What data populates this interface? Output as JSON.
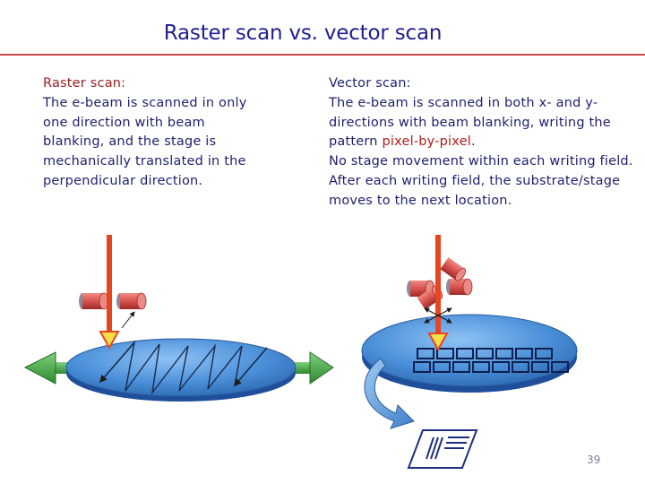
{
  "title": "Raster scan vs. vector scan",
  "raster": {
    "heading": "Raster scan:",
    "lines": [
      "The e-beam is scanned in only",
      "one direction with beam",
      "blanking, and the stage is",
      "mechanically translated in the",
      "perpendicular direction."
    ]
  },
  "vector": {
    "heading": "Vector scan:",
    "line1": "The e-beam is scanned in both x- and y-",
    "line2": "directions with beam blanking, writing the",
    "line3_pre": "pattern ",
    "line3_highlight": "pixel-by-pixel",
    "line3_post": ".",
    "line4": "No stage movement within each writing field.",
    "line5": "After each writing field, the substrate/stage",
    "line6": "moves to the next location."
  },
  "page_number": "39",
  "colors": {
    "title": "#1f1f8f",
    "rule": "#c94a44",
    "beam": "#e8441e",
    "wafer": "#4a8fd8",
    "arrow_green": "#3a9a3a",
    "deflector": "#d9534f"
  }
}
